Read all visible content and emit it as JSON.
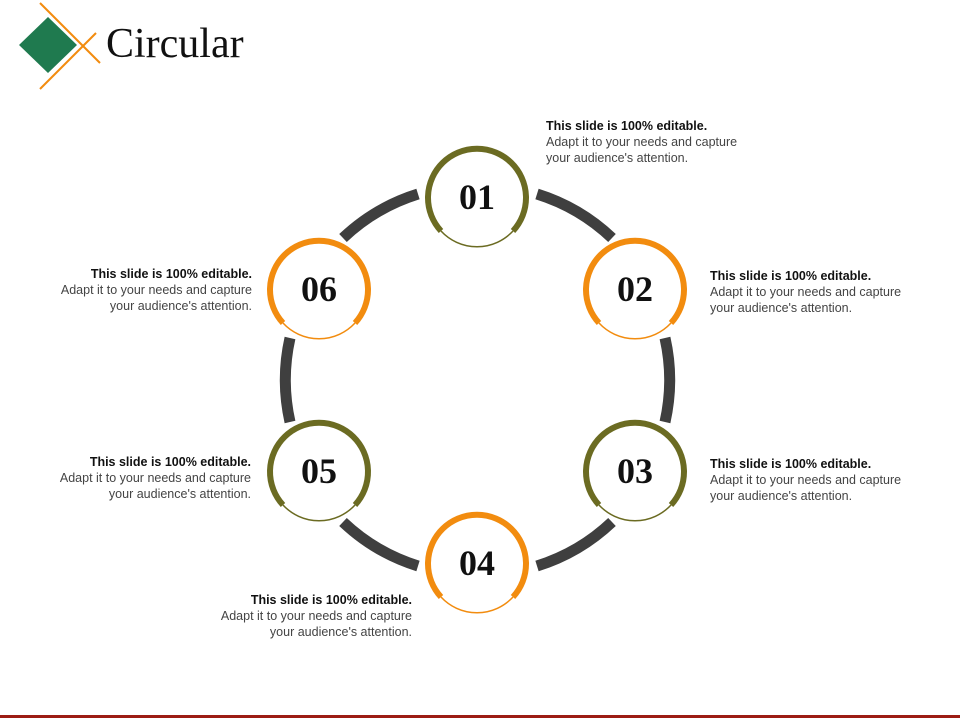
{
  "header": {
    "title": "Circular"
  },
  "colors": {
    "olive": "#6b6b22",
    "orange": "#f28c0f",
    "connector": "#3f3f3f",
    "logo_green": "#1f7a4f",
    "bottom_line": "#9c1c14"
  },
  "steps": [
    {
      "number": "01",
      "heading": "This slide is 100% editable.",
      "line1": "Adapt it to your needs and capture",
      "line2": "your audience's attention."
    },
    {
      "number": "02",
      "heading": "This slide is 100% editable.",
      "line1": "Adapt it to your needs and capture",
      "line2": "your audience's attention."
    },
    {
      "number": "03",
      "heading": "This slide is 100% editable.",
      "line1": "Adapt it to your needs and capture",
      "line2": "your audience's attention."
    },
    {
      "number": "04",
      "heading": "This slide is 100% editable.",
      "line1": "Adapt it to your needs and capture",
      "line2": "your audience's attention."
    },
    {
      "number": "05",
      "heading": "This slide is 100% editable.",
      "line1": "Adapt it to your needs and capture",
      "line2": "your audience's attention."
    },
    {
      "number": "06",
      "heading": "This slide is 100% editable.",
      "line1": "Adapt it to your needs and capture",
      "line2": "your audience's attention."
    }
  ]
}
